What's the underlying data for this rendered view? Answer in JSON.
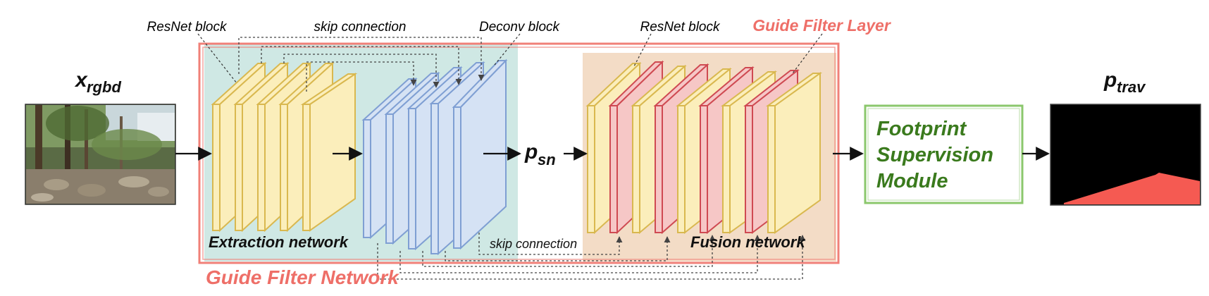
{
  "inputs": {
    "x_symbol": "x",
    "x_subscript": "rgbd",
    "p_sn_symbol": "p",
    "p_sn_subscript": "sn",
    "p_trav_symbol": "p",
    "p_trav_subscript": "trav"
  },
  "annotations": {
    "resnet_block_left": "ResNet block",
    "skip_connection_top": "skip connection",
    "deconv_block": "Deconv block",
    "resnet_block_right": "ResNet block",
    "skip_connection_bottom": "skip connection"
  },
  "regions": {
    "guide_filter_layer": "Guide Filter Layer",
    "guide_filter_network": "Guide Filter Network",
    "extraction_network": "Extraction network",
    "fusion_network": "Fusion network"
  },
  "module": {
    "line1": "Footprint",
    "line2": "Supervision",
    "line3": "Module"
  },
  "colors": {
    "red_border": "#f08078",
    "red_text": "#ee6f68",
    "extraction_bg": "#cfe8e4",
    "fusion_bg": "#f3dcc6",
    "yellow_fill": "#fbeebb",
    "yellow_stroke": "#d9b84f",
    "blue_fill": "#d5e2f4",
    "blue_stroke": "#7f9fd3",
    "pink_fill": "#f6c7c6",
    "pink_stroke": "#cf4a52",
    "green_border": "#8bc76c",
    "green_text": "#3a7a1d",
    "mask_red": "#f55a52"
  },
  "icons": [
    "right-arrow-icon",
    "dotted-skip-arrow-icon"
  ]
}
